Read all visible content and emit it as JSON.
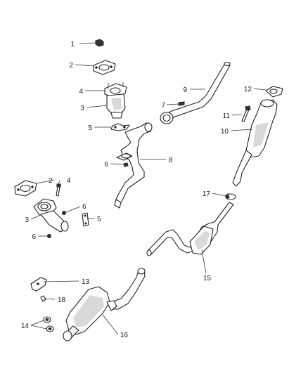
{
  "callouts": [
    "1",
    "2",
    "3",
    "4",
    "5",
    "6",
    "7",
    "8",
    "9",
    "10",
    "11",
    "12",
    "13",
    "14",
    "15",
    "16",
    "17",
    "18",
    "2",
    "3",
    "4",
    "5",
    "6",
    "6"
  ]
}
